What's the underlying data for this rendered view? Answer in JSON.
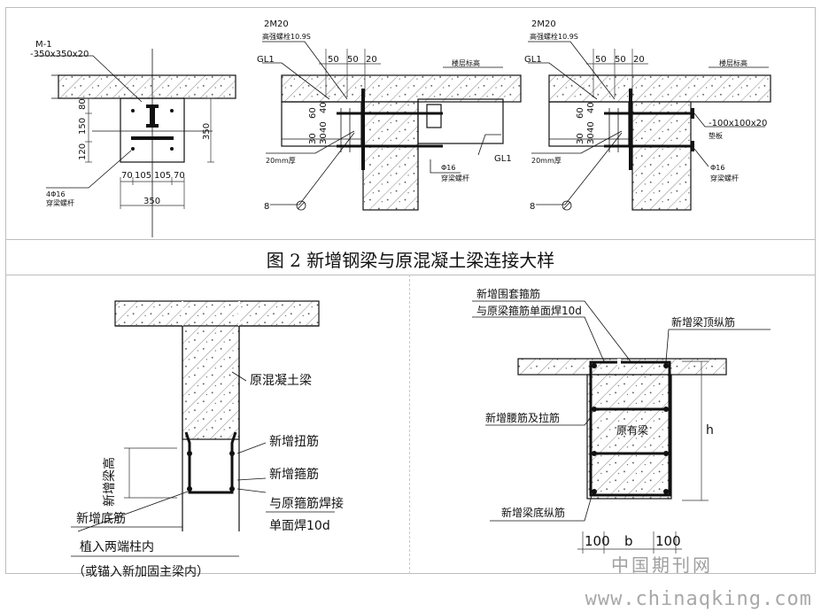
{
  "caption": "图 2  新增钢梁与原混凝土梁连接大样",
  "watermark": {
    "cn": "中国期刊网",
    "url": "www.chinaqking.com"
  },
  "detail1": {
    "plate_label": "M-1",
    "plate_size": "-350x350x20",
    "v_dims": [
      "80",
      "150",
      "120"
    ],
    "h_dims": [
      "70",
      "105",
      "105",
      "70"
    ],
    "total_h": "350",
    "total_v": "350",
    "bolt_label": "4Φ16",
    "bolt_desc": "穿梁螺杆"
  },
  "detail2": {
    "bolt_label": "2M20",
    "bolt_grade": "高强螺栓10.9S",
    "beam_label": "GL1",
    "top_dims": [
      "50",
      "50",
      "20"
    ],
    "floor_label": "楼层标高",
    "v_dims": [
      "60",
      "40",
      "40",
      "30",
      "30"
    ],
    "plate_thk": "20mm厚",
    "rod_label": "Φ16",
    "rod_desc": "穿梁螺杆",
    "beam_label2": "GL1",
    "mark": "8"
  },
  "detail3": {
    "bolt_label": "2M20",
    "bolt_grade": "高强螺栓10.9S",
    "beam_label": "GL1",
    "top_dims": [
      "50",
      "50",
      "20"
    ],
    "floor_label": "楼层标高",
    "v_dims": [
      "60",
      "40",
      "40",
      "30",
      "30"
    ],
    "plate_thk": "20mm厚",
    "pad_size": "-100x100x20",
    "pad_label": "垫板",
    "rod_label": "Φ16",
    "rod_desc": "穿梁螺杆",
    "mark": "8"
  },
  "detail4": {
    "orig_beam": "原混凝土梁",
    "torsion": "新增扭筋",
    "stirrup": "新增箍筋",
    "weld_1": "与原箍筋焊接",
    "weld_2": "单面焊10d",
    "height_label": "新增梁高",
    "bottom_bar": "新增底筋",
    "anchor_1": "植入两端柱内",
    "anchor_2": "（或锚入新加固主梁内）"
  },
  "detail5": {
    "jacket_1": "新增围套箍筋",
    "jacket_2": "与原梁箍筋单面焊10d",
    "top_bar": "新增梁顶纵筋",
    "waist_bar": "新增腰筋及拉筋",
    "orig_beam": "原有梁",
    "h_label": "h",
    "bottom_bar": "新增梁底纵筋",
    "dims": [
      "100",
      "b",
      "100"
    ]
  }
}
